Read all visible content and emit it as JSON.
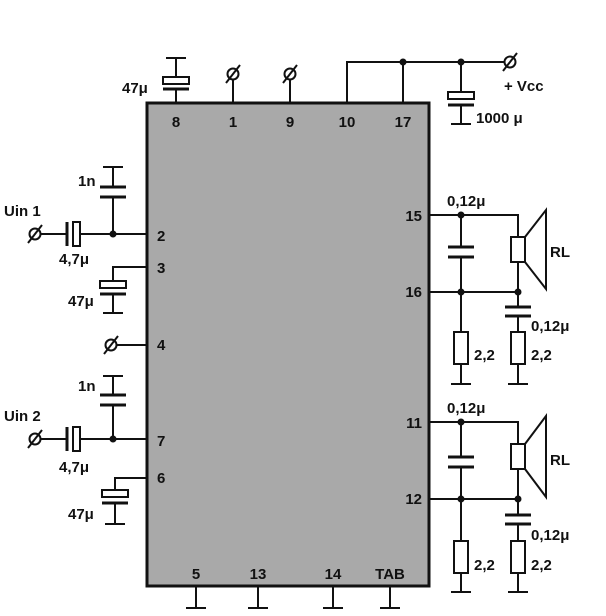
{
  "ic": {
    "top_pins": [
      "8",
      "1",
      "9",
      "10",
      "17"
    ],
    "left_pins": [
      "2",
      "3",
      "4",
      "7",
      "6"
    ],
    "right_pins": [
      "15",
      "16",
      "11",
      "12"
    ],
    "bottom_pins": [
      "5",
      "13",
      "14",
      "TAB"
    ]
  },
  "labels": {
    "cap_47u": "47μ",
    "cap_1n": "1n",
    "cap_4_7u": "4,7μ",
    "cap_0_12u": "0,12μ",
    "cap_1000u": "1000 μ",
    "res_2_2": "2,2",
    "speaker": "RL",
    "vcc": "+ Vcc",
    "input_1": "Uin 1",
    "input_2": "Uin 2"
  }
}
